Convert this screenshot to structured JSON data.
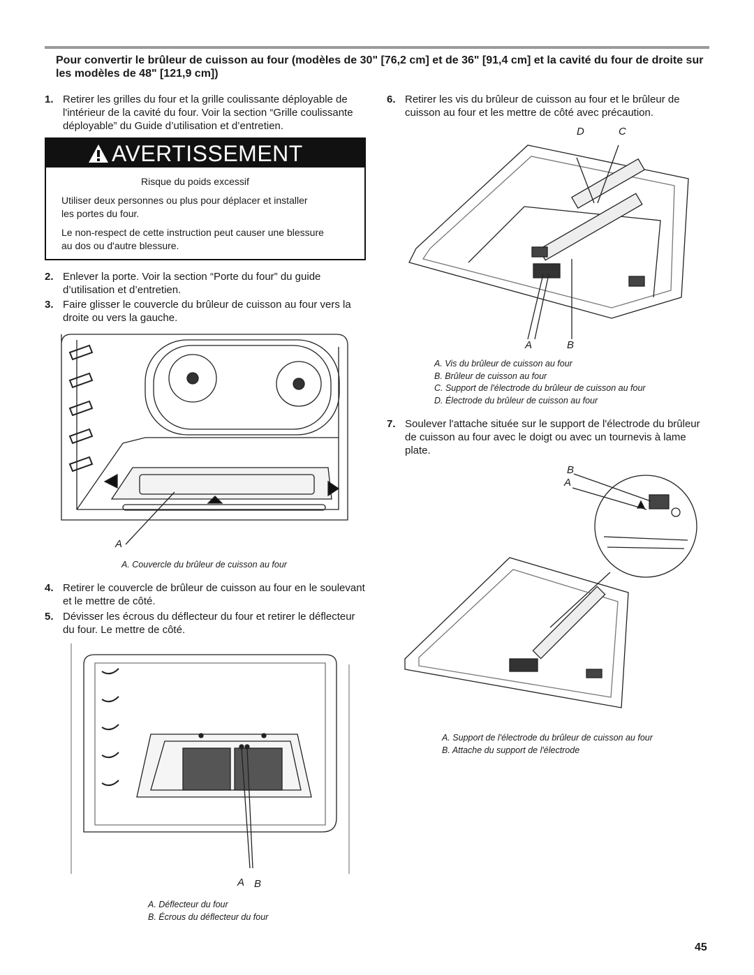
{
  "heading": "Pour convertir le brûleur de cuisson au four (modèles de 30\" [76,2 cm] et de 36\" [91,4 cm] et la cavité du four de droite sur les modèles de 48\" [121,9 cm])",
  "steps": [
    {
      "num": "1.",
      "text": "Retirer les grilles du four et la grille coulissante déployable de l'intérieur de la cavité du four. Voir la section “Grille coulissante déployable” du Guide d’utilisation et d’entretien."
    },
    {
      "num": "2.",
      "text": "Enlever la porte. Voir la section “Porte du four” du guide d’utilisation et d’entretien."
    },
    {
      "num": "3.",
      "text": "Faire glisser le couvercle du brûleur de cuisson au four vers la droite ou vers la gauche."
    },
    {
      "num": "4.",
      "text": "Retirer le couvercle de brûleur de cuisson au four en le soulevant et le mettre de côté."
    },
    {
      "num": "5.",
      "text": "Dévisser les écrous du déflecteur du four et retirer le déflecteur du four. Le mettre de côté."
    },
    {
      "num": "6.",
      "text": "Retirer les vis du brûleur de cuisson au four et le brûleur de cuisson au four et les mettre de côté avec précaution."
    },
    {
      "num": "7.",
      "text": "Soulever l'attache située sur le support de l'électrode du brûleur de cuisson au four avec le doigt ou avec un tournevis à lame plate."
    }
  ],
  "warning": {
    "icon": "warning-triangle-icon",
    "title": "AVERTISSEMENT",
    "subtitle": "Risque du poids excessif",
    "line1": "Utiliser deux personnes ou plus pour déplacer et installer les portes du four.",
    "line2": "Le non-respect de cette instruction peut causer une blessure au dos ou d'autre blessure."
  },
  "figures": {
    "fig1": {
      "label_a": "A",
      "caption_a": "A. Couvercle du brûleur de cuisson au four"
    },
    "fig2": {
      "label_a": "A",
      "label_b": "B",
      "caption_a": "A. Déflecteur du four",
      "caption_b": "B. Écrous du déflecteur du four"
    },
    "fig3": {
      "label_d": "D",
      "label_c": "C",
      "label_a": "A",
      "label_b": "B",
      "caption_a": "A. Vis du brûleur de cuisson au four",
      "caption_b": "B. Brûleur de cuisson au four",
      "caption_c": "C. Support de l'électrode du brûleur de cuisson au four",
      "caption_d": "D. Électrode du brûleur de cuisson au four"
    },
    "fig4": {
      "label_b": "B",
      "label_a": "A",
      "caption_a": "A. Support de l'électrode du brûleur de cuisson au four",
      "caption_b": "B. Attache du support de l'électrode"
    }
  },
  "page_number": "45"
}
